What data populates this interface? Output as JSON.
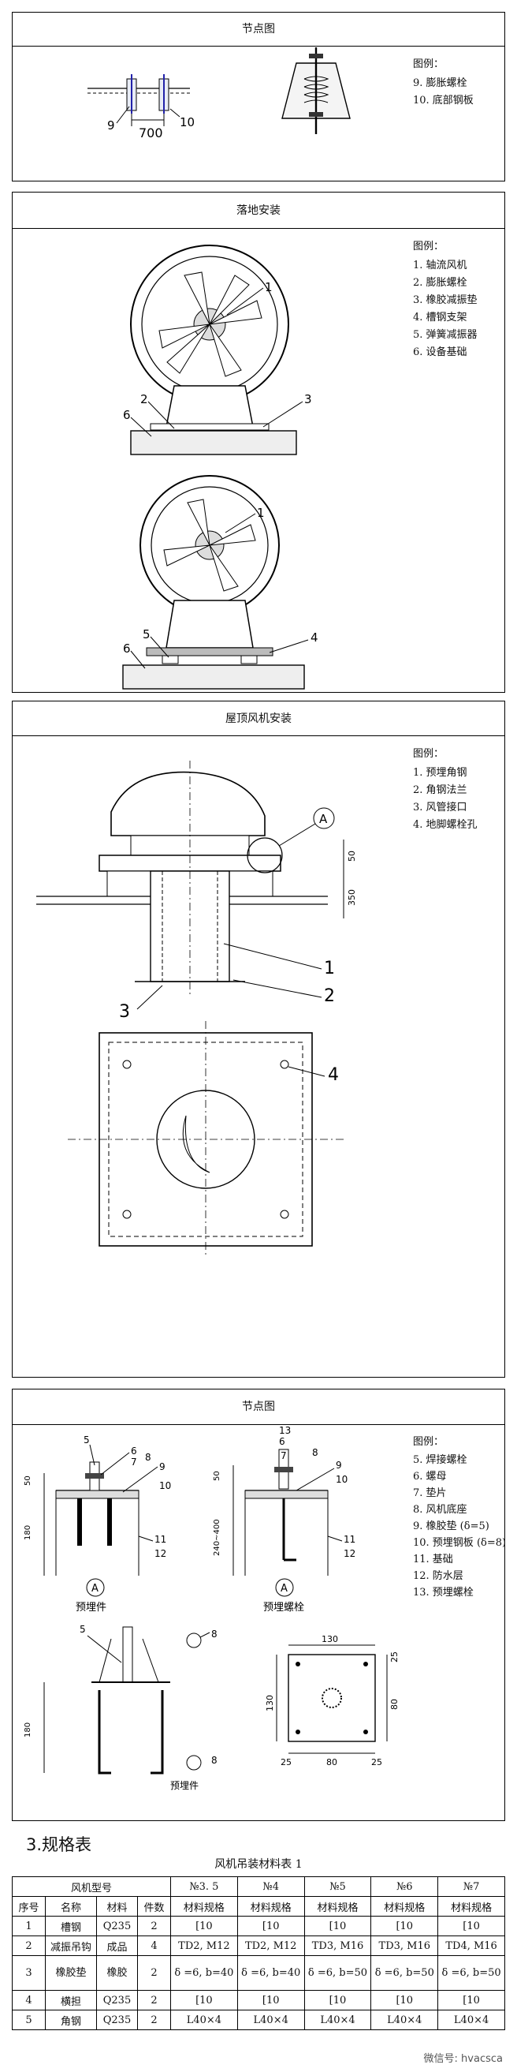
{
  "section1": {
    "title": "节点图",
    "legend_title": "图例：",
    "legend": [
      "9. 膨胀螺栓",
      "10. 底部钢板"
    ],
    "label_9": "9",
    "label_10": "10",
    "dim_700": "700"
  },
  "section2": {
    "title": "落地安装",
    "legend_title": "图例：",
    "legend": [
      "1. 轴流风机",
      "2. 膨胀螺栓",
      "3. 橡胶减振垫",
      "4. 槽钢支架",
      "5. 弹簧减振器",
      "6. 设备基础"
    ],
    "callouts_top": [
      "1",
      "2",
      "3",
      "6"
    ],
    "callouts_bottom": [
      "1",
      "4",
      "5",
      "6"
    ]
  },
  "section3": {
    "title": "屋顶风机安装",
    "legend_title": "图例：",
    "legend": [
      "1. 预埋角钢",
      "2. 角钢法兰",
      "3. 风管接口",
      "4. 地脚螺栓孔"
    ],
    "callouts": [
      "1",
      "2",
      "3",
      "4"
    ],
    "detail_mark": "A",
    "dim_50": "50",
    "dim_350": "350"
  },
  "section4": {
    "title": "节点图",
    "legend_title": "图例：",
    "legend": [
      "5. 焊接螺栓",
      "6. 螺母",
      "7. 垫片",
      "8. 风机底座",
      "9. 橡胶垫 (δ=5)",
      "10. 预埋钢板 (δ=8)",
      "11. 基础",
      "12. 防水层",
      "13. 预埋螺栓"
    ],
    "left_callouts": [
      "5",
      "6",
      "7",
      "8",
      "9",
      "10",
      "11",
      "12"
    ],
    "mid_callouts": [
      "13",
      "6",
      "7",
      "8",
      "9",
      "10",
      "11",
      "12"
    ],
    "left_caption": "预埋件",
    "mid_caption": "预埋螺栓",
    "bottom_caption": "预埋件",
    "mark_A": "A",
    "dims": {
      "d50": "50",
      "d180": "180",
      "d240400": "240~400",
      "d130_top": "130",
      "d130_side": "130",
      "d80": "80",
      "d25a": "25",
      "d25b": "25",
      "d25c": "25",
      "d80b": "80"
    },
    "bottom_callouts": [
      "5",
      "8",
      "8"
    ]
  },
  "section_heading": "3.规格表",
  "table": {
    "title": "风机吊装材料表 1",
    "header_top": [
      "风机型号",
      "№3. 5",
      "№4",
      "№5",
      "№6",
      "№7"
    ],
    "header_cols": [
      "序号",
      "名称",
      "材料",
      "件数",
      "材料规格",
      "材料规格",
      "材料规格",
      "材料规格",
      "材料规格"
    ],
    "rows": [
      [
        "1",
        "槽钢",
        "Q235",
        "2",
        "[10",
        "[10",
        "[10",
        "[10",
        "[10"
      ],
      [
        "2",
        "减振吊钩",
        "成品",
        "4",
        "TD2, M12",
        "TD2, M12",
        "TD3, M16",
        "TD3, M16",
        "TD4, M16"
      ],
      [
        "3",
        "橡胶垫",
        "橡胶",
        "2",
        "δ =6, b=40",
        "δ =6, b=40",
        "δ =6, b=50",
        "δ =6, b=50",
        "δ =6, b=50"
      ],
      [
        "4",
        "横担",
        "Q235",
        "2",
        "[10",
        "[10",
        "[10",
        "[10",
        "[10"
      ],
      [
        "5",
        "角钢",
        "Q235",
        "2",
        "L40×4",
        "L40×4",
        "L40×4",
        "L40×4",
        "L40×4"
      ]
    ]
  },
  "watermark": "微信号: hvacsca"
}
